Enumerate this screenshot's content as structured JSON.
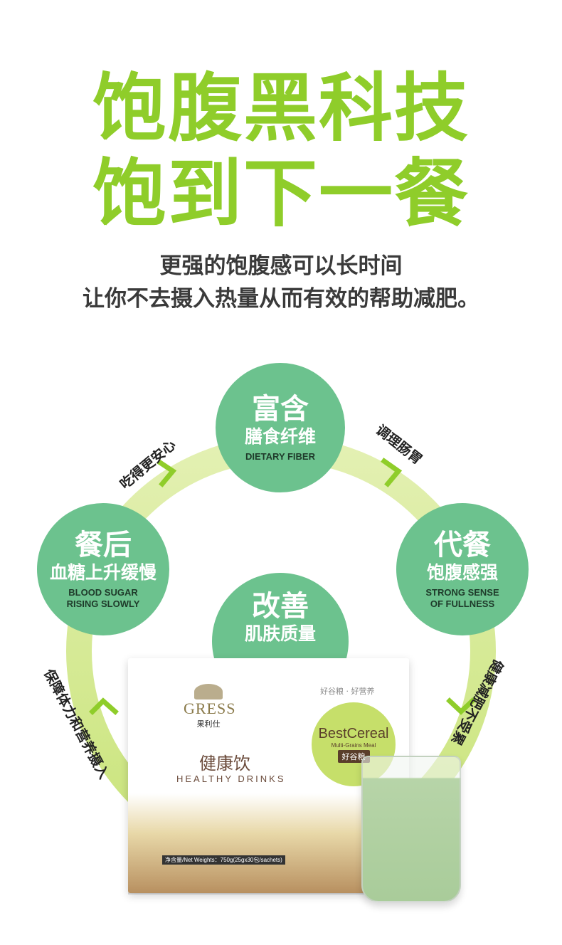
{
  "headline": {
    "line1": "饱腹黑科技",
    "line2": "饱到下一餐"
  },
  "subtitle": {
    "line1": "更强的饱腹感可以长时间",
    "line2": "让你不去摄入热量从而有效的帮助减肥。"
  },
  "bubbles": {
    "top": {
      "title": "富含",
      "sub": "膳食纤维",
      "en": "DIETARY FIBER"
    },
    "left": {
      "title": "餐后",
      "sub": "血糖上升缓慢",
      "en1": "BLOOD SUGAR",
      "en2": "RISING SLOWLY"
    },
    "right": {
      "title": "代餐",
      "sub": "饱腹感强",
      "en1": "STRONG SENSE",
      "en2": "OF FULLNESS"
    },
    "center": {
      "title": "改善",
      "sub": "肌肤质量"
    }
  },
  "labels": {
    "top_left": "吃得更安心",
    "top_right": "调理肠胃",
    "bottom_left": "保障体力和营养摄入",
    "bottom_right": "健康减肥不受累"
  },
  "product": {
    "logo": "GRESS",
    "logo_cn": "果利仕",
    "tagline": "好谷粮 · 好营养",
    "badge_en": "BestCereal",
    "badge_sub": "Multi-Grains Meal",
    "badge_cn": "好谷粮",
    "name_cn": "健康饮",
    "name_en": "HEALTHY DRINKS",
    "net_weight": "净含量/Net Weights：750g(25gx30包/sachets)"
  },
  "colors": {
    "accent_green": "#8fcd2a",
    "bubble_green": "#6cc28e",
    "ring_green": "#d8ec9c"
  }
}
